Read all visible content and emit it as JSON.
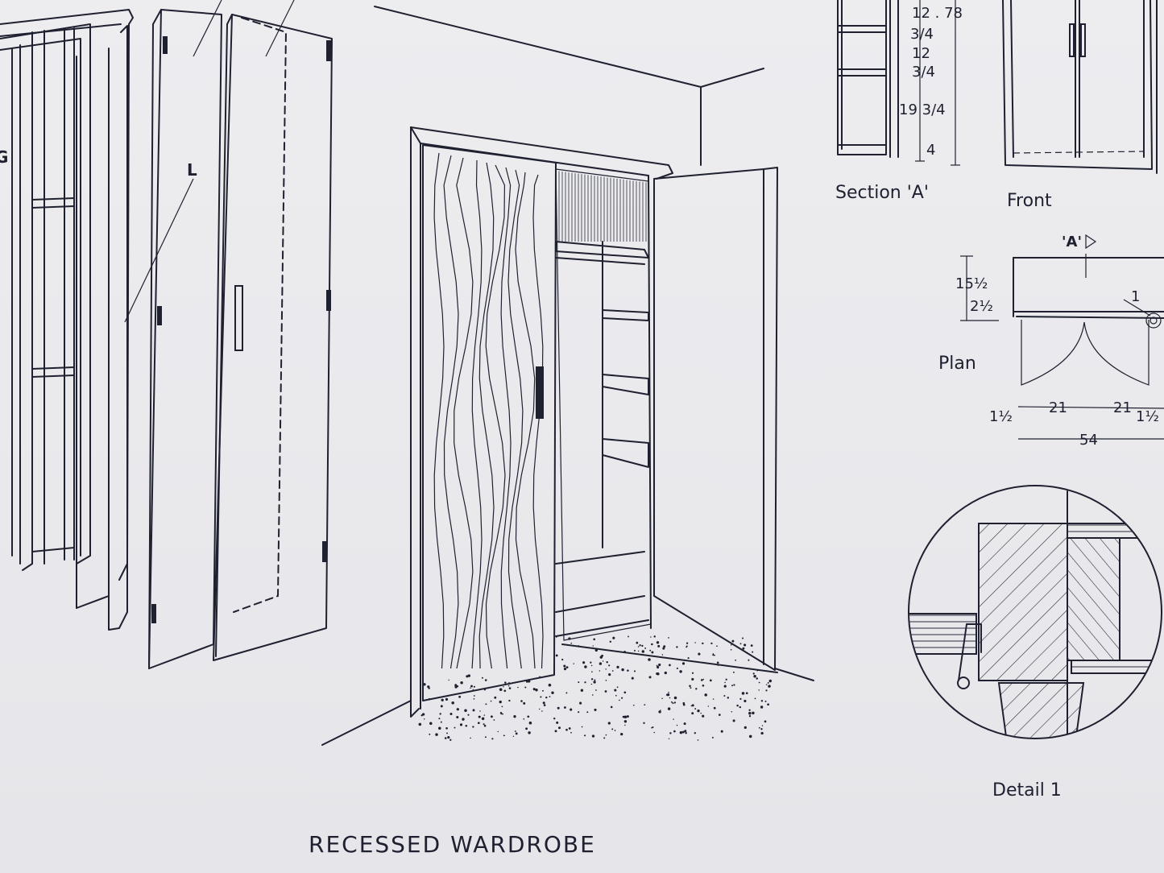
{
  "drawing": {
    "caption": "RECESSED WARDROBE",
    "labels": {
      "part_l": "L",
      "part_g": "G",
      "section_a": "Section 'A'",
      "front": "Front",
      "plan": "Plan",
      "detail_1": "Detail 1",
      "section_marker": "'A'",
      "callout_1": "1"
    },
    "dimensions": {
      "section": [
        "12 . 78",
        "3/4",
        "12",
        "3/4",
        "19 3/4",
        "4"
      ],
      "plan_depth": [
        "15½",
        "2½"
      ],
      "plan_widths": [
        "1½",
        "21",
        "21",
        "1½"
      ],
      "plan_total": "54"
    }
  }
}
